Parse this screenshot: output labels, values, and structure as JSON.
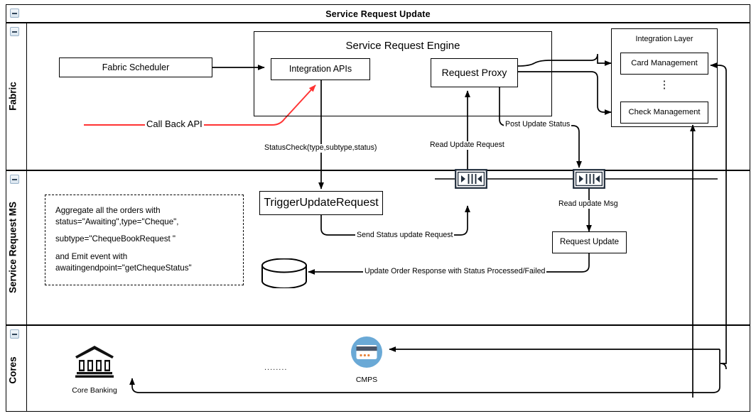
{
  "pool": {
    "title": "Service Request Update",
    "collapse_icon": "minus-box-icon"
  },
  "lanes": [
    {
      "id": "fabric",
      "label": "Fabric"
    },
    {
      "id": "service-request-ms",
      "label": "Service Request MS"
    },
    {
      "id": "cores",
      "label": "Cores"
    }
  ],
  "fabric": {
    "fabric_scheduler": "Fabric Scheduler",
    "engine_group_title": "Service Request Engine",
    "integration_apis": "Integration APIs",
    "request_proxy": "Request Proxy",
    "integration_layer_title": "Integration Layer",
    "card_management": "Card Management",
    "check_management": "Check Management",
    "vertical_ellipsis": "⋮"
  },
  "ms": {
    "note": [
      "Aggregate all the orders with status=\"Awaiting\",type=\"Cheque\",",
      "subtype=\"ChequeBookRequest \"",
      "and Emit event with awaitingendpoint=\"getChequeStatus\""
    ],
    "trigger_update_request": "TriggerUpdateRequest",
    "request_update": "Request Update",
    "database_icon": "database-cylinder-icon",
    "queue_left_icon": "message-queue-icon",
    "queue_right_icon": "message-queue-icon"
  },
  "cores": {
    "core_banking_label": "Core Banking",
    "core_banking_icon": "bank-building-icon",
    "cmps_label": "CMPS",
    "cmps_icon": "credit-card-circle-icon",
    "ellipsis": "........"
  },
  "edges": [
    {
      "id": "call-back-api",
      "label": "Call Back API",
      "color": "#ff3333"
    },
    {
      "id": "status-check",
      "label": "StatusCheck(type,subtype,status)",
      "color": "#000000"
    },
    {
      "id": "read-update-request",
      "label": "Read Update Request",
      "color": "#000000"
    },
    {
      "id": "post-update-status",
      "label": "Post Update Status",
      "color": "#000000"
    },
    {
      "id": "send-status-update-request",
      "label": "Send Status update Request",
      "color": "#000000"
    },
    {
      "id": "read-update-msg",
      "label": "Read update Msg",
      "color": "#000000"
    },
    {
      "id": "update-order-response",
      "label": "Update Order  Response with Status Processed/Failed",
      "color": "#000000"
    }
  ],
  "colors": {
    "stroke": "#000000",
    "callback_red": "#ff3333",
    "cmps_blue": "#6aa9d6",
    "cmps_card_stripe": "#4a5568",
    "cmps_dots": "#e8833a",
    "collapse_border": "#9bb3c9"
  }
}
